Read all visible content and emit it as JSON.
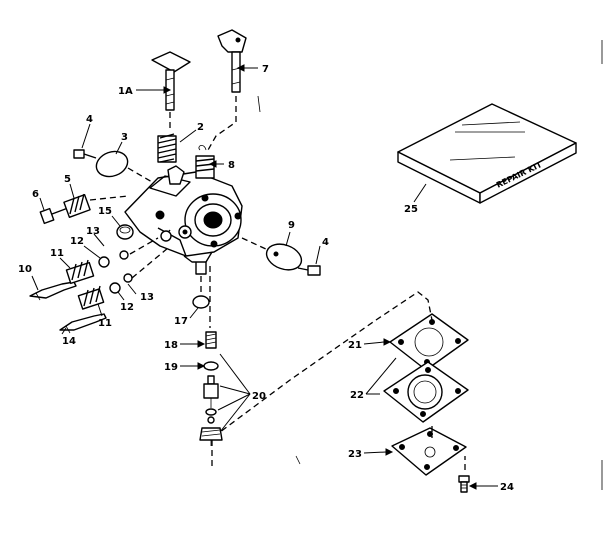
{
  "labels": {
    "p1a": "1A",
    "p2": "2",
    "p3": "3",
    "p4a": "4",
    "p4b": "4",
    "p5": "5",
    "p6": "6",
    "p7": "7",
    "p8": "8",
    "p9": "9",
    "p10": "10",
    "p11a": "11",
    "p11b": "11",
    "p12a": "12",
    "p12b": "12",
    "p13a": "13",
    "p13b": "13",
    "p14": "14",
    "p15": "15",
    "p17": "17",
    "p18": "18",
    "p19": "19",
    "p20": "20",
    "p21": "21",
    "p22": "22",
    "p23": "23",
    "p24": "24",
    "p25": "25"
  },
  "kit": {
    "text": "REPAIR KIT"
  }
}
